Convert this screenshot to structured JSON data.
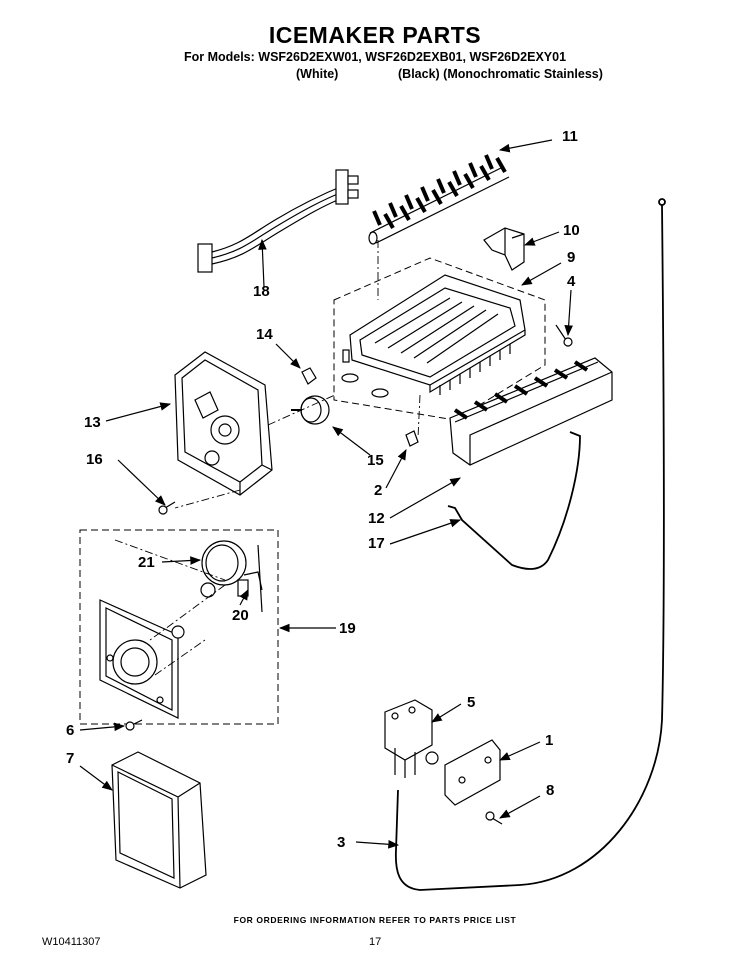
{
  "header": {
    "title": "ICEMAKER PARTS",
    "models": "For Models: WSF26D2EXW01, WSF26D2EXB01, WSF26D2EXY01",
    "color_white": "(White)",
    "color_black_stainless": "(Black) (Monochromatic Stainless)"
  },
  "callouts": [
    "1",
    "2",
    "3",
    "4",
    "5",
    "6",
    "7",
    "8",
    "9",
    "10",
    "11",
    "12",
    "13",
    "14",
    "15",
    "16",
    "17",
    "18",
    "19",
    "20",
    "21"
  ],
  "footer": {
    "ordering_note": "FOR ORDERING INFORMATION REFER TO PARTS PRICE LIST",
    "doc_number": "W10411307",
    "page_number": "17"
  }
}
